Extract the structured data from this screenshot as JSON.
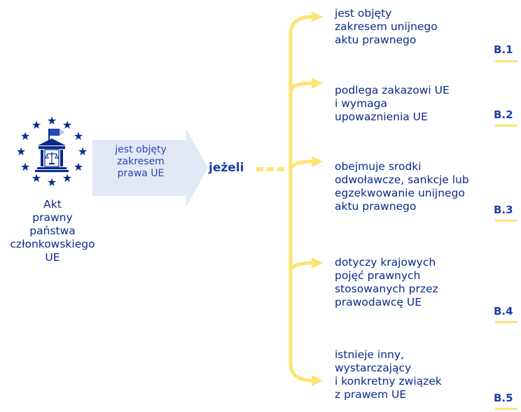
{
  "source": {
    "label_lines": [
      "Akt",
      "prawny",
      "państwa",
      "członkowskiego",
      "UE"
    ]
  },
  "arrow": {
    "label_lines": [
      "jest objęty",
      "zakresem",
      "prawa UE"
    ]
  },
  "connector": "jeżeli",
  "conditions": [
    {
      "lines": [
        "jest objęty",
        "zakresem unijnego",
        "aktu prawnego"
      ],
      "code": "B.1"
    },
    {
      "lines": [
        "podlega zakazowi UE",
        "i wymaga",
        "upowaznienia UE"
      ],
      "code": "B.2"
    },
    {
      "lines": [
        "obejmuje srodki",
        "odwoławcze, sankcje lub",
        "egzekwowanie unijnego",
        "aktu prawnego"
      ],
      "code": "B.3"
    },
    {
      "lines": [
        "dotyczy krajowych",
        "pojęć prawnych",
        "stosowanych przez",
        "prawodawcę UE"
      ],
      "code": "B.4"
    },
    {
      "lines": [
        "istnieje inny,",
        "wystarczający",
        "i konkretny związek",
        "z prawem UE"
      ],
      "code": "B.5"
    }
  ],
  "colors": {
    "navy": "#0a2a8a",
    "blue": "#1f3ea8",
    "yellow": "#fde473",
    "arrow_fill": "#e3e8f5"
  }
}
